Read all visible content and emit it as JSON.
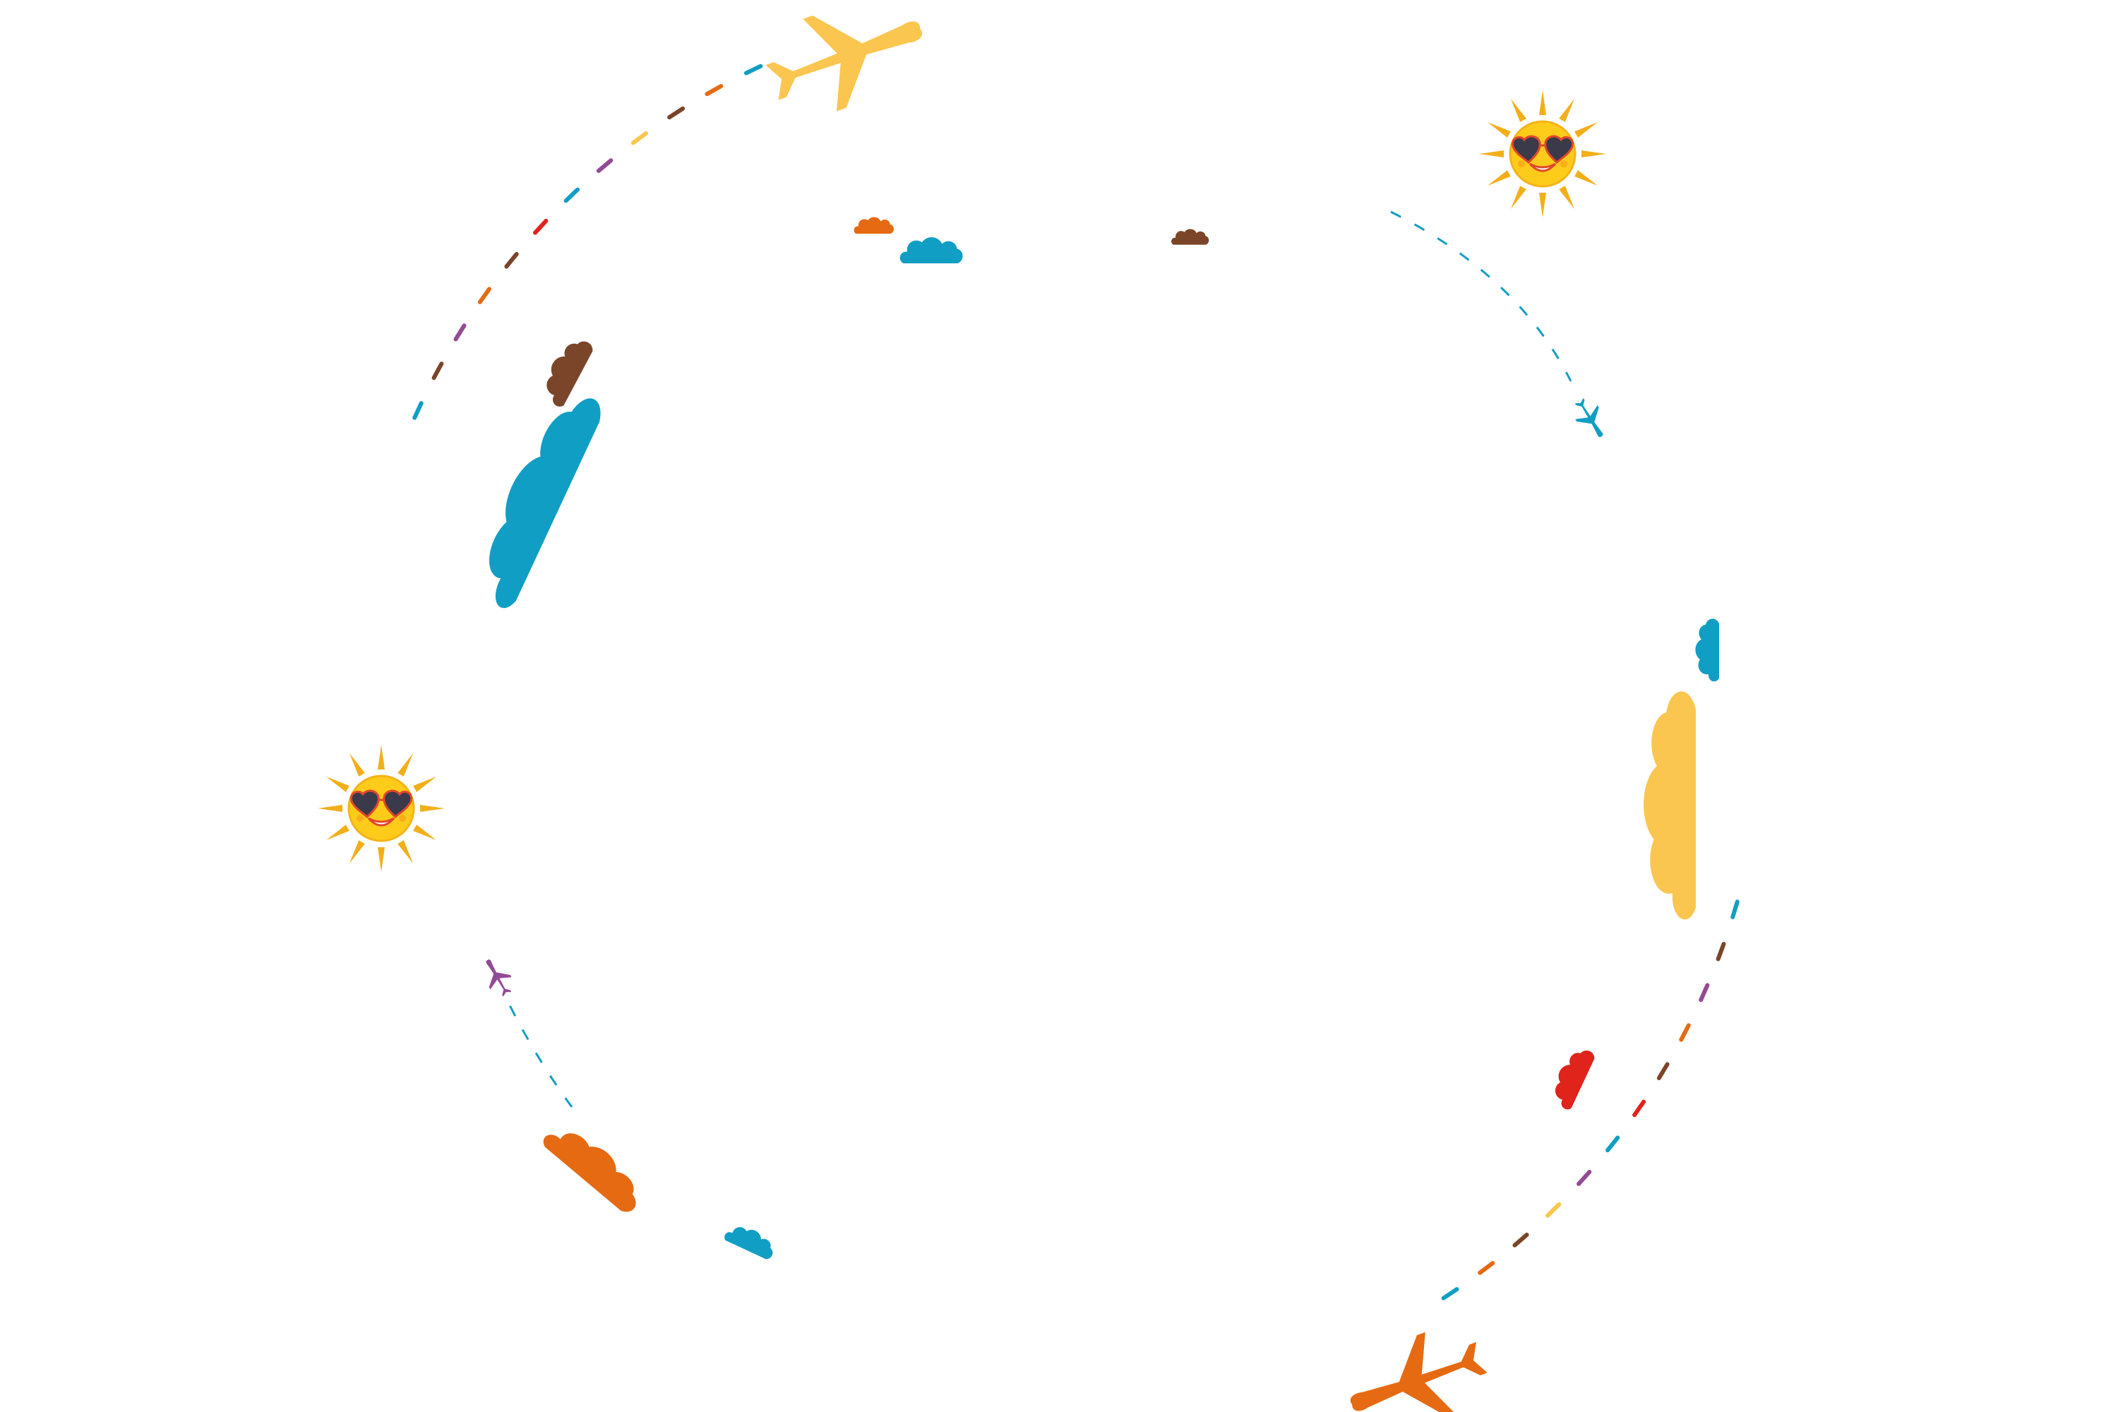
{
  "illustration": {
    "description_free": true,
    "palette": {
      "yellow": "#FBC64F",
      "orange": "#E56A12",
      "blue": "#119EC4",
      "brown": "#7A4528",
      "red": "#E0231B",
      "purple": "#934A94",
      "sun_ray": "#F2AF1A",
      "sun_face": "#FDCB1A",
      "glasses": "#3A3A4A"
    },
    "dash_cycle": [
      "blue",
      "orange",
      "brown",
      "yellow",
      "purple",
      "blue",
      "red",
      "brown",
      "orange",
      "purple",
      "brown",
      "blue"
    ],
    "icons": [
      {
        "name": "airplane-icon",
        "color": "yellow"
      },
      {
        "name": "airplane-icon",
        "color": "orange"
      },
      {
        "name": "airplane-icon",
        "color": "blue"
      },
      {
        "name": "airplane-icon",
        "color": "purple"
      },
      {
        "name": "sun-icon",
        "color": "sun_face"
      },
      {
        "name": "sun-icon",
        "color": "sun_face"
      },
      {
        "name": "cloud-icon",
        "color": "blue"
      },
      {
        "name": "cloud-icon",
        "color": "brown"
      },
      {
        "name": "cloud-icon",
        "color": "orange"
      },
      {
        "name": "cloud-icon",
        "color": "yellow"
      },
      {
        "name": "cloud-icon",
        "color": "red"
      }
    ]
  }
}
